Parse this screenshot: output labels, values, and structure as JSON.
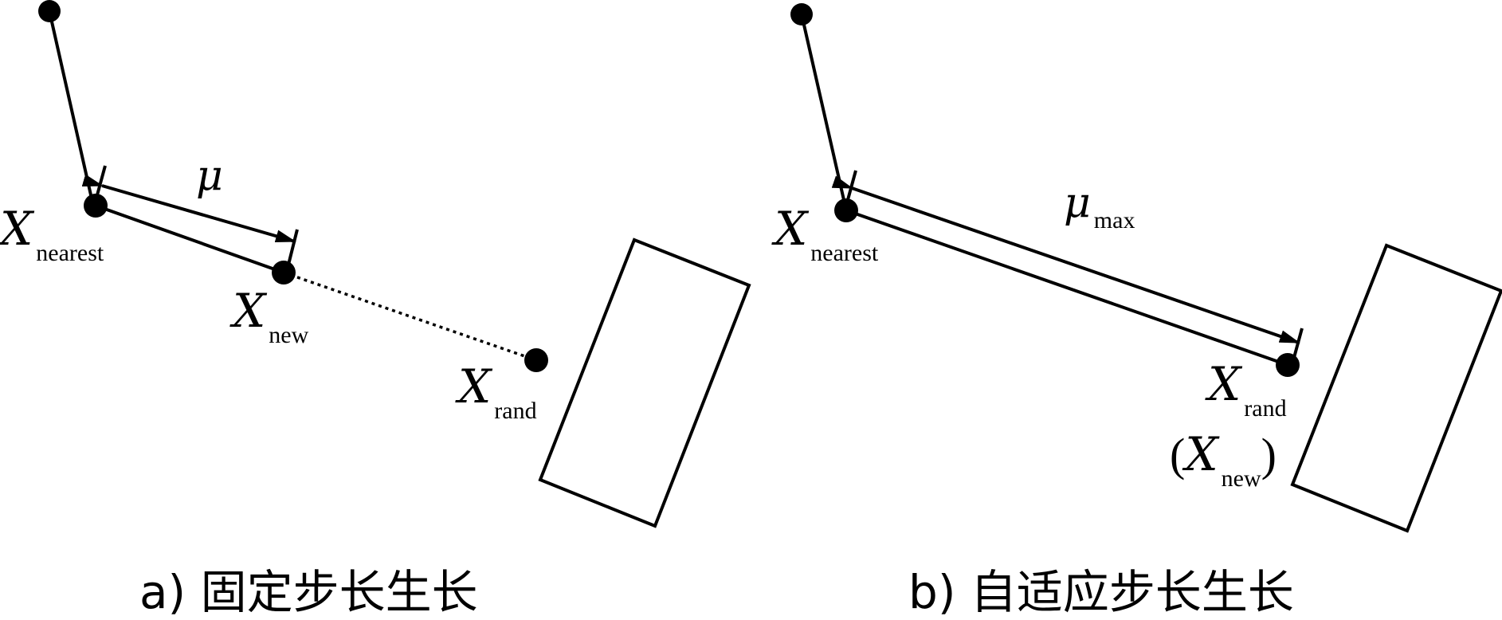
{
  "panel_a": {
    "caption": "a) 固定步长生长",
    "nearest": {
      "symbol": "X",
      "subscript": "nearest"
    },
    "new": {
      "symbol": "X",
      "subscript": "new"
    },
    "rand": {
      "symbol": "X",
      "subscript": "rand"
    },
    "step_label": "μ"
  },
  "panel_b": {
    "caption": "b) 自适应步长生长",
    "nearest": {
      "symbol": "X",
      "subscript": "nearest"
    },
    "rand": {
      "symbol": "X",
      "subscript": "rand"
    },
    "new_paren": {
      "open": "(",
      "symbol": "X",
      "subscript": "new",
      "close": ")"
    },
    "step_label": {
      "symbol": "μ",
      "subscript": "max"
    }
  }
}
